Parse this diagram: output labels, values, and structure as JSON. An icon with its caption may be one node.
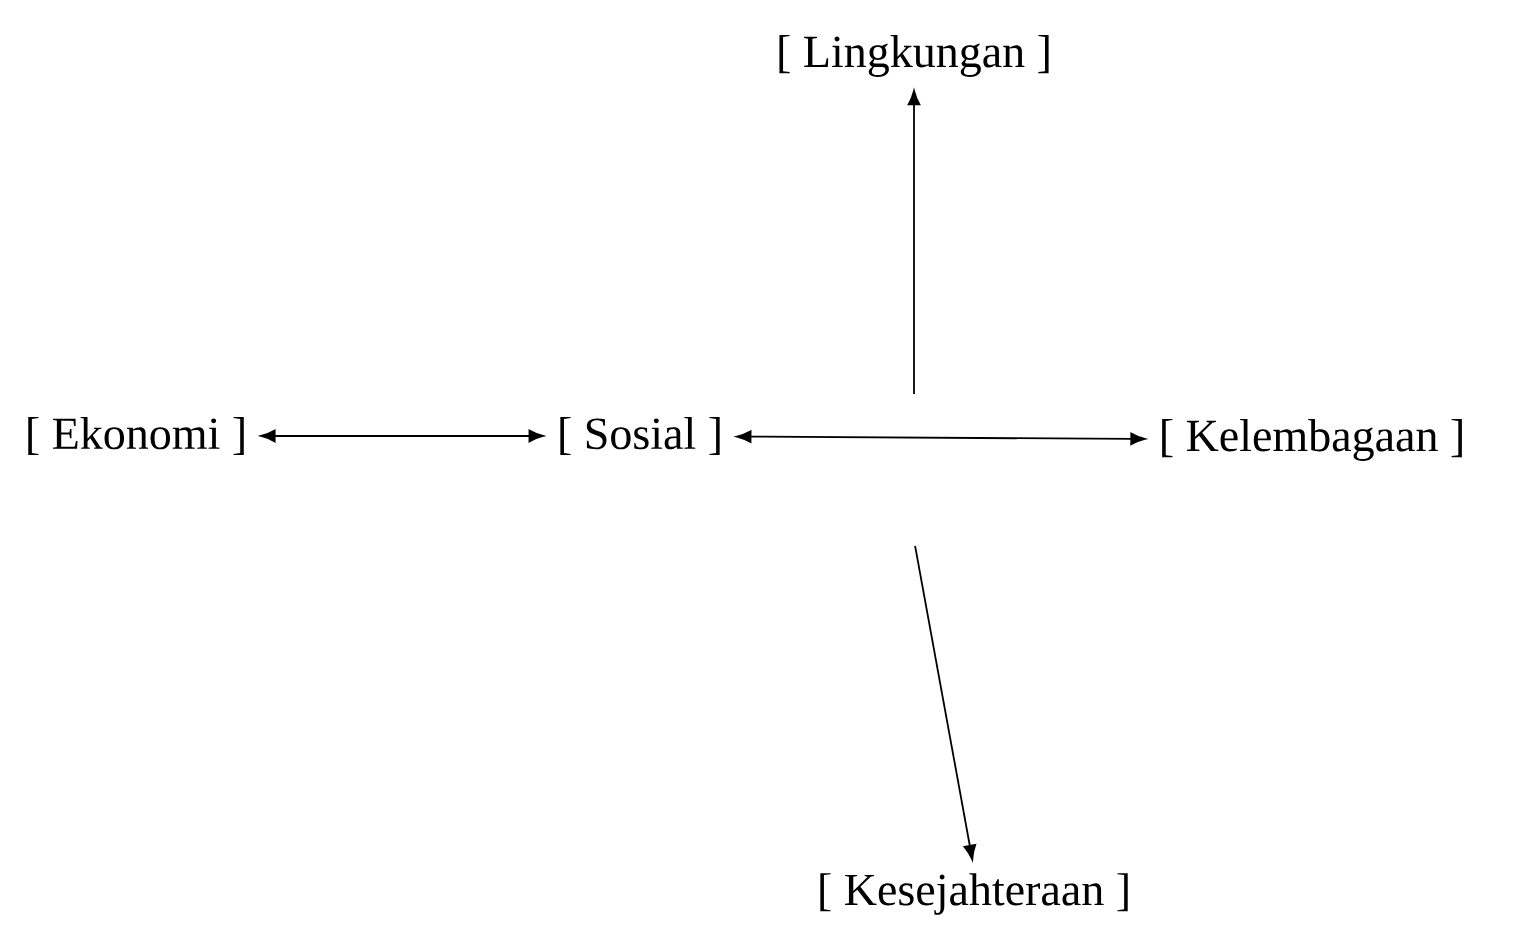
{
  "diagram": {
    "nodes": [
      {
        "text": [
          "[ Lingkungan ]"
        ]
      },
      {
        "text": [
          "[ Ekonomi ]"
        ]
      },
      {
        "text": [
          "[ Sosial ]"
        ]
      },
      {
        "text": [
          "[ Kelembagaan ]"
        ]
      },
      {
        "text": [
          "[ Kesejahteraan ]"
        ]
      }
    ],
    "edges": [
      {
        "from": 1,
        "to": 2,
        "arrow": "both"
      },
      {
        "from": 2,
        "to": 3,
        "arrow": "both"
      },
      {
        "from": null,
        "to": 0,
        "arrow": "to"
      },
      {
        "from": null,
        "to": 4,
        "arrow": "to"
      }
    ]
  }
}
